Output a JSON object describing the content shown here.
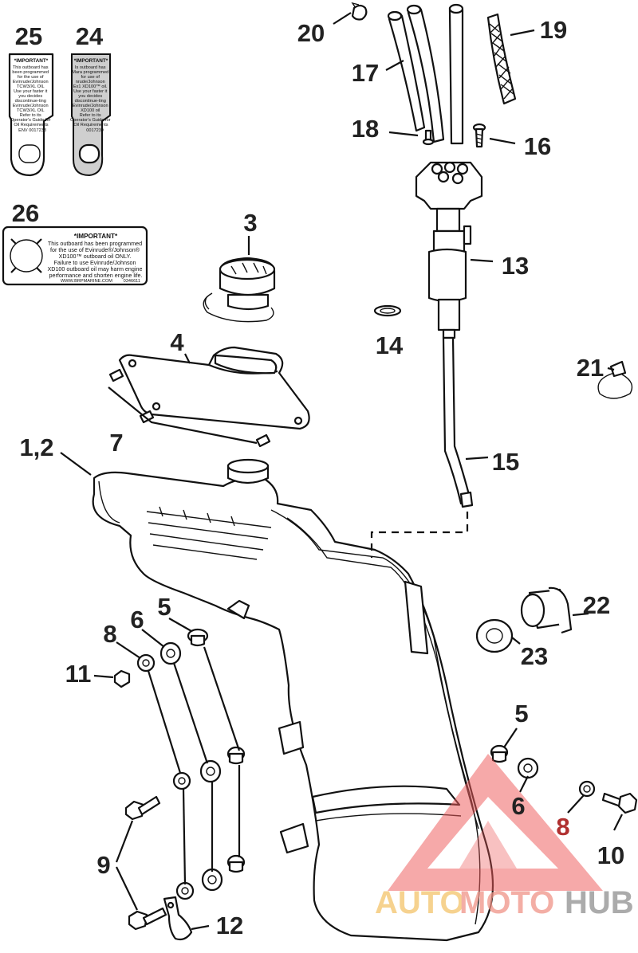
{
  "diagram": {
    "callouts": {
      "c25": "25",
      "c24": "24",
      "c26": "26",
      "c20": "20",
      "c19": "19",
      "c17": "17",
      "c18": "18",
      "c16": "16",
      "c3": "3",
      "c13": "13",
      "c14": "14",
      "c4": "4",
      "c21": "21",
      "c7": "7",
      "c12a": "1,2",
      "c15": "15",
      "c22": "22",
      "c23": "23",
      "c5a": "5",
      "c6a": "6",
      "c8a": "8",
      "c11": "11",
      "c5b": "5",
      "c6b": "6",
      "c8b": "8",
      "c9": "9",
      "c10": "10",
      "c12": "12"
    },
    "decal_25": {
      "title": "*IMPORTANT*",
      "lines": [
        "This outboard has",
        "been programmed",
        "for the use of",
        "Evinrude/Johnson",
        "TCW3/XL OIL",
        "Use your faster it",
        "you decides",
        "discontinue-ting",
        "Evinrude/Johnson",
        "TCW3/XL OIL",
        "Refer to its",
        "Operator's Guide for",
        "Oil Requirements"
      ],
      "code": "ENV 0017238"
    },
    "decal_24": {
      "title": "*IMPORTANT*",
      "lines": [
        "Is outboard has",
        "Mara programmed",
        "for use of",
        "nrude/Johnson",
        "Ex1 XD100™ oil.",
        "Use your faster it",
        "you decides",
        "discontinue-ting",
        "Evinrude/Johnson",
        "XD100 oil",
        "Refer to its",
        "Operator's Guide for",
        "Oil Requirements"
      ],
      "code": "0017239"
    },
    "decal_26": {
      "title": "*IMPORTANT*",
      "lines": [
        "This outboard has been programmed",
        "for the use of Evinrude®/Johnson®",
        "XD100™ outboard oil ONLY.",
        "Failure to use Evinrude/Johnson",
        "XD100 outboard oil may harm engine",
        "performance and shorten engine life."
      ],
      "footer": "WWW.BRPMARINE.COM",
      "code": "0346611"
    },
    "watermark": {
      "word_1": "AUTO",
      "word_2": "MOTO",
      "word_3": "HUB",
      "colors": {
        "word_1": "#f3c36a",
        "word_2": "#f09488",
        "word_3": "#8f8f8f",
        "triangle": "#ee5b5b"
      }
    },
    "colors": {
      "line": "#111111",
      "callout_text": "#222222",
      "decal_grey": "#cfcfcf"
    }
  }
}
